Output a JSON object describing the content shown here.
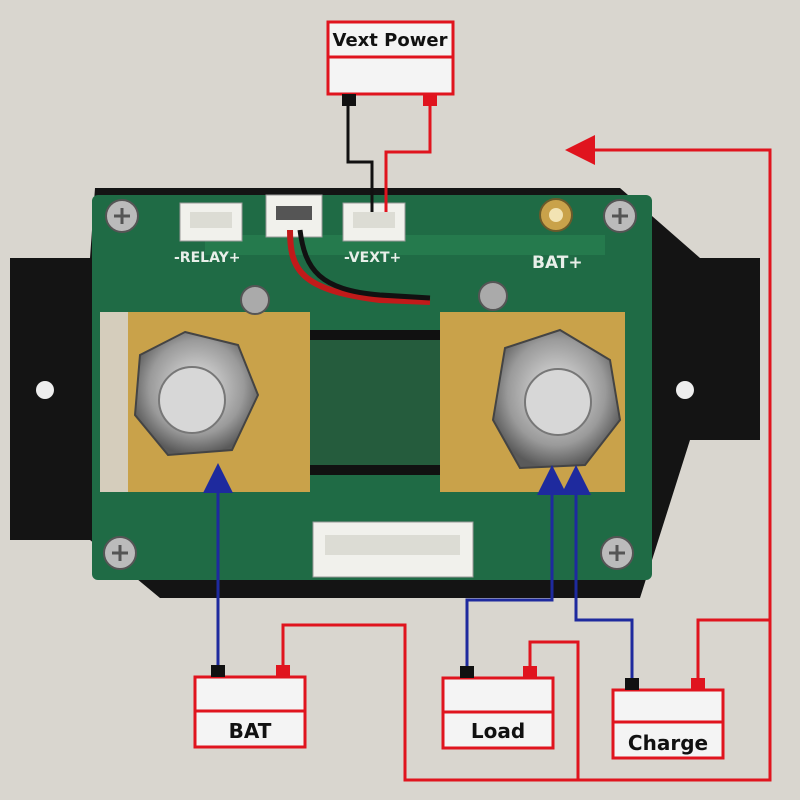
{
  "diagram": {
    "title": "",
    "boxes": {
      "vext_power": "Vext Power",
      "bat": "BAT",
      "load": "Load",
      "charge": "Charge"
    },
    "pcb_labels": {
      "relay": "-RELAY+",
      "vext": "-VEXT+",
      "bat_plus": "BAT+"
    }
  },
  "colors": {
    "wire_red": "#e0141e",
    "wire_blue": "#1e2a9e",
    "wire_black": "#111111",
    "pcb_green": "#1f6b45",
    "brass": "#c9a24a",
    "background": "#d9d6cf"
  },
  "icons": {
    "arrow_up": "arrow-up-icon",
    "arrow_left": "arrow-left-icon"
  }
}
